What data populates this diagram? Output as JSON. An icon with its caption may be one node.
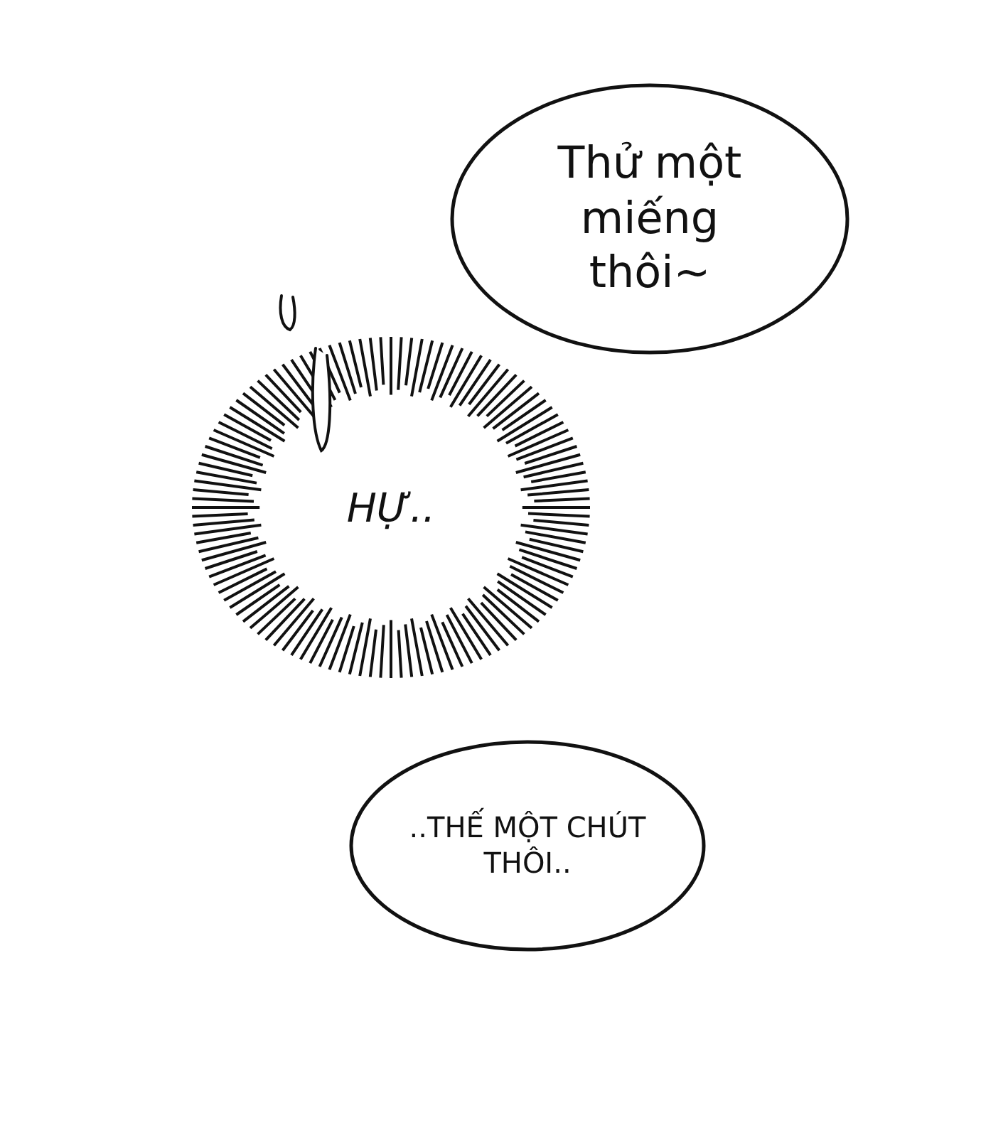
{
  "diagram": {
    "nodes": [
      {
        "text": [
          "Thử một miếng thôi~"
        ]
      },
      {
        "text": [
          "HỰ.."
        ]
      },
      {
        "text": [
          "..THẾ MỘT CHÚT THÔI.."
        ]
      }
    ]
  }
}
